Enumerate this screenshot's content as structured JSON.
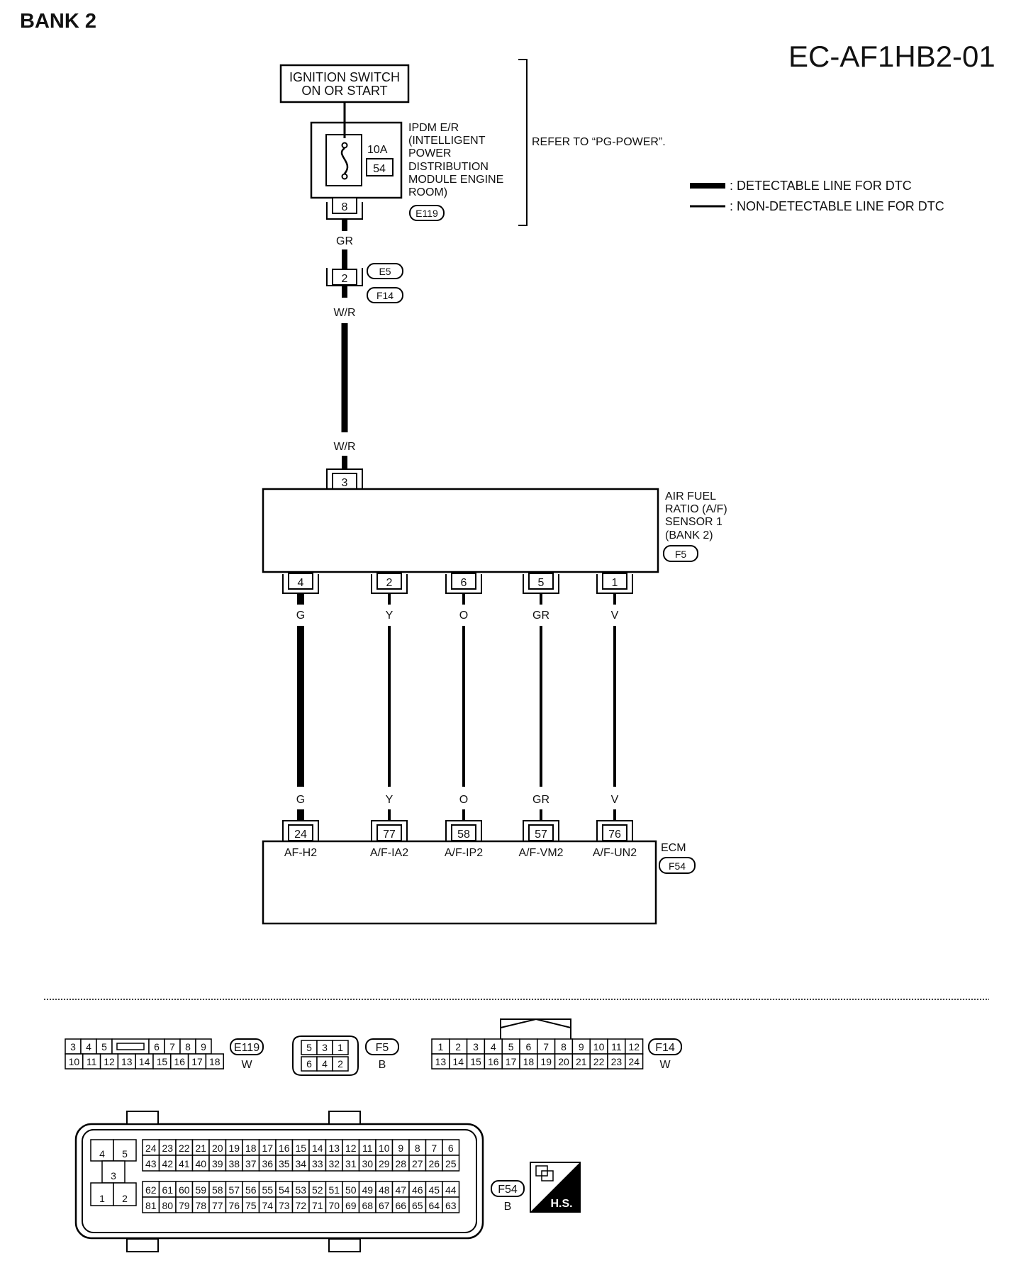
{
  "page": {
    "title": "BANK 2",
    "diagram_code": "EC-AF1HB2-01"
  },
  "legend": {
    "detectable": ": DETECTABLE LINE FOR DTC",
    "non_detectable": ": NON-DETECTABLE LINE FOR DTC"
  },
  "ignition": {
    "line1": "IGNITION SWITCH",
    "line2": "ON OR START"
  },
  "ipdm": {
    "lines": [
      "IPDM E/R",
      "(INTELLIGENT",
      "POWER",
      "DISTRIBUTION",
      "MODULE ENGINE",
      "ROOM)"
    ],
    "fuse_rating": "10A",
    "fuse_number": "54",
    "terminal": "8",
    "connector": "E119",
    "refer": "REFER TO “PG-POWER”."
  },
  "wires": {
    "power_out": "GR",
    "junction_pin": "2",
    "junction_connectors": [
      "E5",
      "F14"
    ],
    "after_junction": "W/R",
    "sensor_in_label": "W/R",
    "sensor_in_pin": "3"
  },
  "sensor": {
    "lines": [
      "AIR FUEL",
      "RATIO (A/F)",
      "SENSOR 1",
      "(BANK 2)"
    ],
    "connector": "F5",
    "pins": [
      {
        "pin": "4",
        "color": "G",
        "ecm_pin": "24",
        "signal": "AF-H2",
        "detectable": true
      },
      {
        "pin": "2",
        "color": "Y",
        "ecm_pin": "77",
        "signal": "A/F-IA2",
        "detectable": false
      },
      {
        "pin": "6",
        "color": "O",
        "ecm_pin": "58",
        "signal": "A/F-IP2",
        "detectable": false
      },
      {
        "pin": "5",
        "color": "GR",
        "ecm_pin": "57",
        "signal": "A/F-VM2",
        "detectable": false
      },
      {
        "pin": "1",
        "color": "V",
        "ecm_pin": "76",
        "signal": "A/F-UN2",
        "detectable": false
      }
    ]
  },
  "ecm": {
    "label": "ECM",
    "connector": "F54"
  },
  "connectors": {
    "e119": {
      "id": "E119",
      "color": "W",
      "top": [
        "3",
        "4",
        "5",
        "",
        "6",
        "7",
        "8",
        "9"
      ],
      "bottom": [
        "10",
        "11",
        "12",
        "13",
        "14",
        "15",
        "16",
        "17",
        "18"
      ]
    },
    "f5": {
      "id": "F5",
      "color": "B",
      "top": [
        "5",
        "3",
        "1"
      ],
      "bottom": [
        "6",
        "4",
        "2"
      ]
    },
    "f14": {
      "id": "F14",
      "color": "W",
      "top": [
        "1",
        "2",
        "3",
        "4",
        "5",
        "6",
        "7",
        "8",
        "9",
        "10",
        "11",
        "12"
      ],
      "bottom": [
        "13",
        "14",
        "15",
        "16",
        "17",
        "18",
        "19",
        "20",
        "21",
        "22",
        "23",
        "24"
      ]
    },
    "f54": {
      "id": "F54",
      "color": "B",
      "left": [
        "4",
        "5",
        "3",
        "1",
        "2"
      ],
      "rows": [
        [
          "24",
          "23",
          "22",
          "21",
          "20",
          "19",
          "18",
          "17",
          "16",
          "15",
          "14",
          "13",
          "12",
          "11",
          "10",
          "9",
          "8",
          "7",
          "6"
        ],
        [
          "43",
          "42",
          "41",
          "40",
          "39",
          "38",
          "37",
          "36",
          "35",
          "34",
          "33",
          "32",
          "31",
          "30",
          "29",
          "28",
          "27",
          "26",
          "25"
        ],
        [
          "62",
          "61",
          "60",
          "59",
          "58",
          "57",
          "56",
          "55",
          "54",
          "53",
          "52",
          "51",
          "50",
          "49",
          "48",
          "47",
          "46",
          "45",
          "44"
        ],
        [
          "81",
          "80",
          "79",
          "78",
          "77",
          "76",
          "75",
          "74",
          "73",
          "72",
          "71",
          "70",
          "69",
          "68",
          "67",
          "66",
          "65",
          "64",
          "63"
        ]
      ]
    },
    "hs_label": "H.S."
  }
}
